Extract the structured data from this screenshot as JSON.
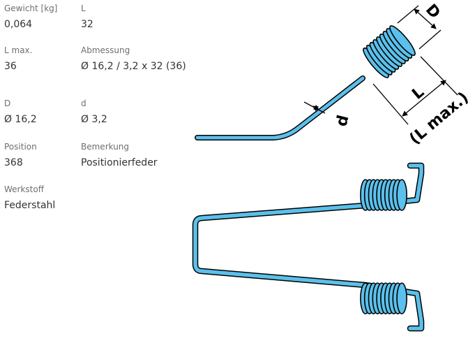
{
  "specs": {
    "weight": {
      "label": "Gewicht [kg]",
      "value": "0,064"
    },
    "length": {
      "label": "L",
      "value": "32"
    },
    "lmax": {
      "label": "L max.",
      "value": "36"
    },
    "dimension": {
      "label": "Abmessung",
      "value": "Ø 16,2 / 3,2 x 32 (36)"
    },
    "outer_d": {
      "label": "D",
      "value": "Ø 16,2"
    },
    "wire_d": {
      "label": "d",
      "value": "Ø 3,2"
    },
    "position": {
      "label": "Position",
      "value": "368"
    },
    "remark": {
      "label": "Bemerkung",
      "value": "Positionierfeder"
    },
    "material": {
      "label": "Werkstoff",
      "value": "Federstahl"
    }
  },
  "drawing": {
    "dim_D": "D",
    "dim_L": "L",
    "dim_Lmax": "(L max.)",
    "dim_d": "d",
    "spring_color": "#5bc0eb"
  }
}
